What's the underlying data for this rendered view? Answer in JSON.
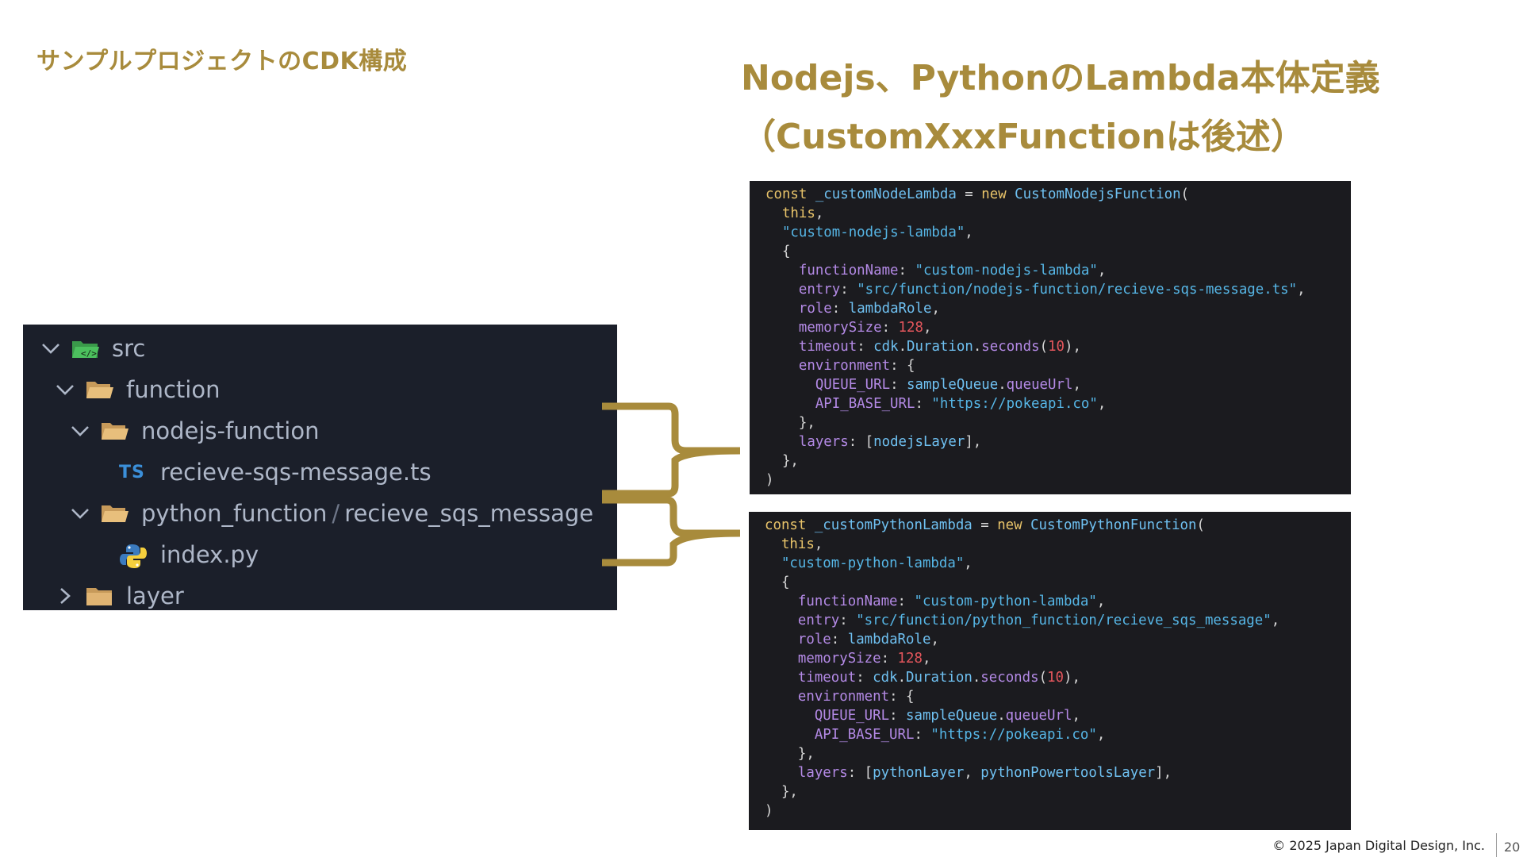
{
  "slide_title": "サンプルプロジェクトのCDK構成",
  "code_heading": {
    "line1": "Nodejs、PythonのLambda本体定義",
    "line2": "（CustomXxxFunctionは後述）"
  },
  "explorer": {
    "src_label": "src",
    "function_label": "function",
    "nodejs_folder_label": "nodejs-function",
    "ts_badge": "TS",
    "ts_file_label": "recieve-sqs-message.ts",
    "python_folder_label": "python_function",
    "python_subfolder_label": "recieve_sqs_message",
    "py_file_label": "index.py",
    "layer_label": "layer"
  },
  "node_code": [
    [
      [
        "kw",
        "const "
      ],
      [
        "id",
        "_customNodeLambda"
      ],
      [
        "pun",
        " = "
      ],
      [
        "kw",
        "new "
      ],
      [
        "cls",
        "CustomNodejsFunction"
      ],
      [
        "pun",
        "("
      ]
    ],
    [
      [
        "pun",
        "  "
      ],
      [
        "this",
        "this"
      ],
      [
        "pun",
        ","
      ]
    ],
    [
      [
        "pun",
        "  "
      ],
      [
        "str",
        "\"custom-nodejs-lambda\""
      ],
      [
        "pun",
        ","
      ]
    ],
    [
      [
        "pun",
        "  {"
      ]
    ],
    [
      [
        "pun",
        "    "
      ],
      [
        "prop",
        "functionName"
      ],
      [
        "pun",
        ": "
      ],
      [
        "str",
        "\"custom-nodejs-lambda\""
      ],
      [
        "pun",
        ","
      ]
    ],
    [
      [
        "pun",
        "    "
      ],
      [
        "prop",
        "entry"
      ],
      [
        "pun",
        ": "
      ],
      [
        "str",
        "\"src/function/nodejs-function/recieve-sqs-message.ts\""
      ],
      [
        "pun",
        ","
      ]
    ],
    [
      [
        "pun",
        "    "
      ],
      [
        "prop",
        "role"
      ],
      [
        "pun",
        ": "
      ],
      [
        "id",
        "lambdaRole"
      ],
      [
        "pun",
        ","
      ]
    ],
    [
      [
        "pun",
        "    "
      ],
      [
        "prop",
        "memorySize"
      ],
      [
        "pun",
        ": "
      ],
      [
        "num",
        "128"
      ],
      [
        "pun",
        ","
      ]
    ],
    [
      [
        "pun",
        "    "
      ],
      [
        "prop",
        "timeout"
      ],
      [
        "pun",
        ": "
      ],
      [
        "id",
        "cdk"
      ],
      [
        "pun",
        "."
      ],
      [
        "id",
        "Duration"
      ],
      [
        "pun",
        "."
      ],
      [
        "prop",
        "seconds"
      ],
      [
        "pun",
        "("
      ],
      [
        "num",
        "10"
      ],
      [
        "pun",
        "),"
      ]
    ],
    [
      [
        "pun",
        "    "
      ],
      [
        "prop",
        "environment"
      ],
      [
        "pun",
        ": {"
      ]
    ],
    [
      [
        "pun",
        "      "
      ],
      [
        "prop",
        "QUEUE_URL"
      ],
      [
        "pun",
        ": "
      ],
      [
        "id",
        "sampleQueue"
      ],
      [
        "pun",
        "."
      ],
      [
        "prop",
        "queueUrl"
      ],
      [
        "pun",
        ","
      ]
    ],
    [
      [
        "pun",
        "      "
      ],
      [
        "prop",
        "API_BASE_URL"
      ],
      [
        "pun",
        ": "
      ],
      [
        "str",
        "\"https://pokeapi.co\""
      ],
      [
        "pun",
        ","
      ]
    ],
    [
      [
        "pun",
        "    },"
      ]
    ],
    [
      [
        "pun",
        "    "
      ],
      [
        "prop",
        "layers"
      ],
      [
        "pun",
        ": ["
      ],
      [
        "id",
        "nodejsLayer"
      ],
      [
        "pun",
        "],"
      ]
    ],
    [
      [
        "pun",
        "  },"
      ]
    ],
    [
      [
        "pun",
        ")"
      ]
    ]
  ],
  "python_code": [
    [
      [
        "kw",
        "const "
      ],
      [
        "id",
        "_customPythonLambda"
      ],
      [
        "pun",
        " = "
      ],
      [
        "kw",
        "new "
      ],
      [
        "cls",
        "CustomPythonFunction"
      ],
      [
        "pun",
        "("
      ]
    ],
    [
      [
        "pun",
        "  "
      ],
      [
        "this",
        "this"
      ],
      [
        "pun",
        ","
      ]
    ],
    [
      [
        "pun",
        "  "
      ],
      [
        "str",
        "\"custom-python-lambda\""
      ],
      [
        "pun",
        ","
      ]
    ],
    [
      [
        "pun",
        "  {"
      ]
    ],
    [
      [
        "pun",
        "    "
      ],
      [
        "prop",
        "functionName"
      ],
      [
        "pun",
        ": "
      ],
      [
        "str",
        "\"custom-python-lambda\""
      ],
      [
        "pun",
        ","
      ]
    ],
    [
      [
        "pun",
        "    "
      ],
      [
        "prop",
        "entry"
      ],
      [
        "pun",
        ": "
      ],
      [
        "str",
        "\"src/function/python_function/recieve_sqs_message\""
      ],
      [
        "pun",
        ","
      ]
    ],
    [
      [
        "pun",
        "    "
      ],
      [
        "prop",
        "role"
      ],
      [
        "pun",
        ": "
      ],
      [
        "id",
        "lambdaRole"
      ],
      [
        "pun",
        ","
      ]
    ],
    [
      [
        "pun",
        "    "
      ],
      [
        "prop",
        "memorySize"
      ],
      [
        "pun",
        ": "
      ],
      [
        "num",
        "128"
      ],
      [
        "pun",
        ","
      ]
    ],
    [
      [
        "pun",
        "    "
      ],
      [
        "prop",
        "timeout"
      ],
      [
        "pun",
        ": "
      ],
      [
        "id",
        "cdk"
      ],
      [
        "pun",
        "."
      ],
      [
        "id",
        "Duration"
      ],
      [
        "pun",
        "."
      ],
      [
        "prop",
        "seconds"
      ],
      [
        "pun",
        "("
      ],
      [
        "num",
        "10"
      ],
      [
        "pun",
        "),"
      ]
    ],
    [
      [
        "pun",
        "    "
      ],
      [
        "prop",
        "environment"
      ],
      [
        "pun",
        ": {"
      ]
    ],
    [
      [
        "pun",
        "      "
      ],
      [
        "prop",
        "QUEUE_URL"
      ],
      [
        "pun",
        ": "
      ],
      [
        "id",
        "sampleQueue"
      ],
      [
        "pun",
        "."
      ],
      [
        "prop",
        "queueUrl"
      ],
      [
        "pun",
        ","
      ]
    ],
    [
      [
        "pun",
        "      "
      ],
      [
        "prop",
        "API_BASE_URL"
      ],
      [
        "pun",
        ": "
      ],
      [
        "str",
        "\"https://pokeapi.co\""
      ],
      [
        "pun",
        ","
      ]
    ],
    [
      [
        "pun",
        "    },"
      ]
    ],
    [
      [
        "pun",
        "    "
      ],
      [
        "prop",
        "layers"
      ],
      [
        "pun",
        ": ["
      ],
      [
        "id",
        "pythonLayer"
      ],
      [
        "pun",
        ", "
      ],
      [
        "id",
        "pythonPowertoolsLayer"
      ],
      [
        "pun",
        "],"
      ]
    ],
    [
      [
        "pun",
        "  },"
      ]
    ],
    [
      [
        "pun",
        ")"
      ]
    ]
  ],
  "footer": {
    "copyright": "© 2025 Japan Digital Design, Inc.",
    "page_number": "20"
  },
  "colors": {
    "accent_gold": "#a88b3c",
    "explorer_bg": "#1b1f2a",
    "code_bg": "#1b1b1f"
  }
}
